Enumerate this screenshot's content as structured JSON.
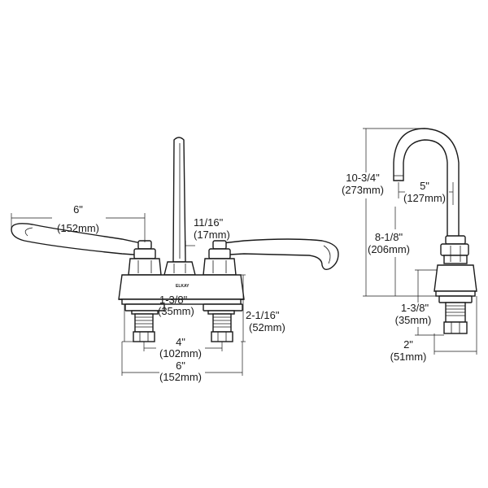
{
  "brand_mark": "ELKAY",
  "front_view": {
    "handle_length": {
      "imperial": "6\"",
      "metric": "(152mm)"
    },
    "spout_diameter": {
      "imperial": "11/16\"",
      "metric": "(17mm)"
    },
    "shank_length": {
      "imperial": "1-3/8\"",
      "metric": "(35mm)"
    },
    "body_height": {
      "imperial": "2-1/16\"",
      "metric": "(52mm)"
    },
    "centers": {
      "imperial": "4\"",
      "metric": "(102mm)"
    },
    "overall_width": {
      "imperial": "6\"",
      "metric": "(152mm)"
    }
  },
  "side_view": {
    "overall_height": {
      "imperial": "10-3/4\"",
      "metric": "(273mm)"
    },
    "spout_reach": {
      "imperial": "5\"",
      "metric": "(127mm)"
    },
    "spout_clearance": {
      "imperial": "8-1/8\"",
      "metric": "(206mm)"
    },
    "shank_length": {
      "imperial": "1-3/8\"",
      "metric": "(35mm)"
    },
    "base_depth": {
      "imperial": "2\"",
      "metric": "(51mm)"
    }
  }
}
